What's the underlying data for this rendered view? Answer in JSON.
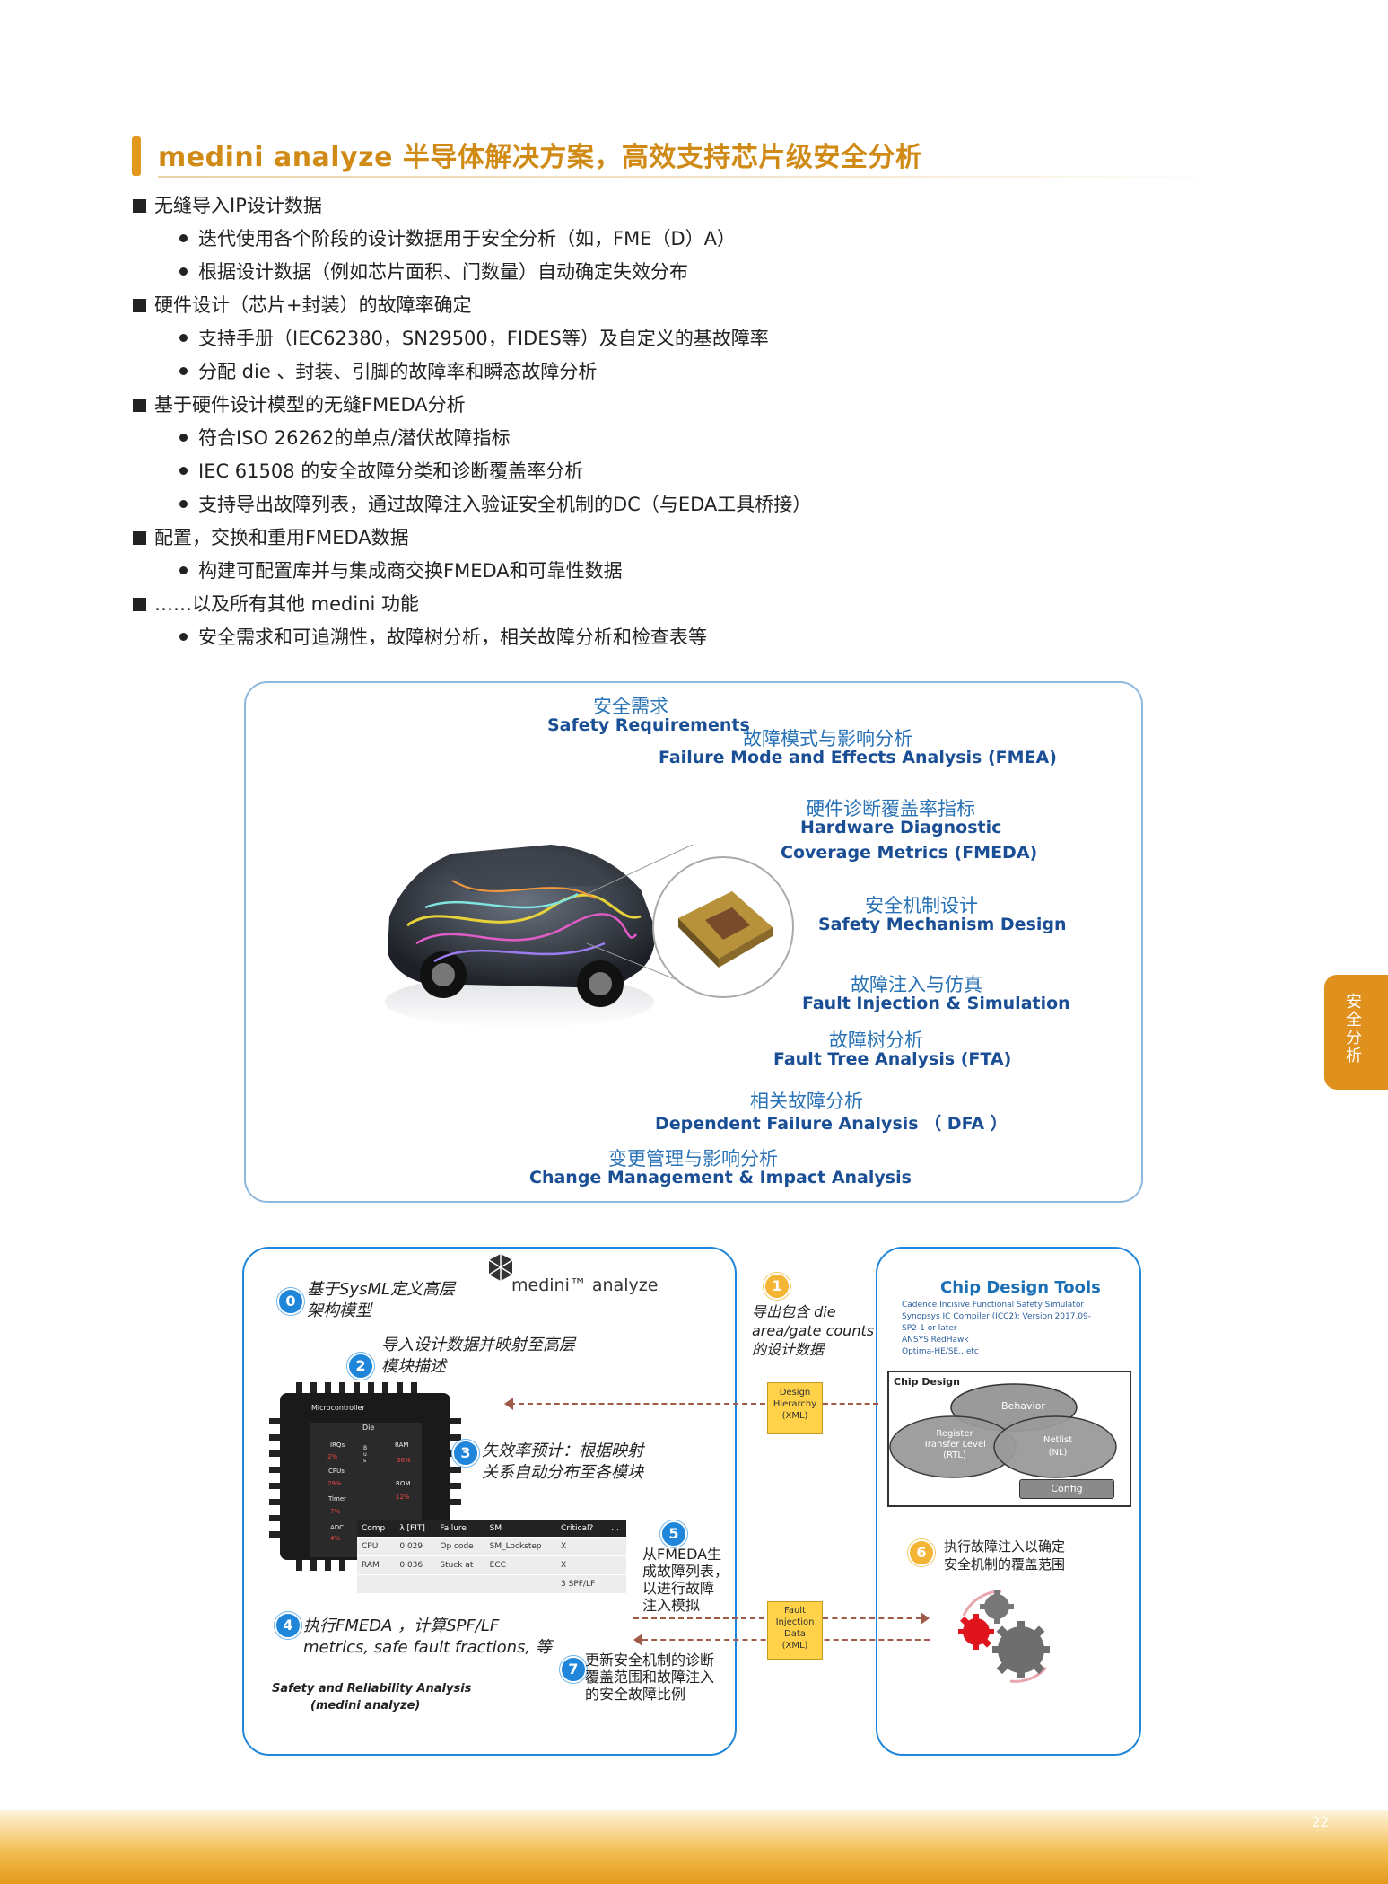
{
  "header": {
    "title": "medini analyze 半导体解决方案，高效支持芯片级安全分析"
  },
  "bullets": [
    {
      "text": "无缝导入IP设计数据",
      "children": [
        "迭代使用各个阶段的设计数据用于安全分析（如，FME（D）A）",
        "根据设计数据（例如芯片面积、门数量）自动确定失效分布"
      ]
    },
    {
      "text": "硬件设计（芯片+封装）的故障率确定",
      "children": [
        "支持手册（IEC62380，SN29500，FIDES等）及自定义的基故障率",
        "分配 die 、封装、引脚的故障率和瞬态故障分析"
      ]
    },
    {
      "text": "基于硬件设计模型的无缝FMEDA分析",
      "children": [
        "符合ISO 26262的单点/潜伏故障指标",
        "IEC 61508 的安全故障分类和诊断覆盖率分析",
        "支持导出故障列表，通过故障注入验证安全机制的DC（与EDA工具桥接）"
      ]
    },
    {
      "text": "配置，交换和重用FMEDA数据",
      "children": [
        "构建可配置库并与集成商交换FMEDA和可靠性数据"
      ]
    },
    {
      "text": "……以及所有其他 medini 功能",
      "children": [
        "安全需求和可追溯性，故障树分析，相关故障分析和检查表等"
      ]
    }
  ],
  "side_tab": {
    "label": "安全分析"
  },
  "figure1": {
    "labels": [
      {
        "cn": "安全需求",
        "en": "Safety Requirements"
      },
      {
        "cn": "故障模式与影响分析",
        "en": "Failure Mode and Effects Analysis (FMEA)"
      },
      {
        "cn": "硬件诊断覆盖率指标",
        "en1": "Hardware Diagnostic",
        "en2": "Coverage Metrics (FMEDA)"
      },
      {
        "cn": "安全机制设计",
        "en": "Safety Mechanism Design"
      },
      {
        "cn": "故障注入与仿真",
        "en": "Fault Injection & Simulation"
      },
      {
        "cn": "故障树分析",
        "en": "Fault Tree Analysis (FTA)"
      },
      {
        "cn": "相关故障分析",
        "en": "Dependent Failure Analysis （ DFA ）"
      },
      {
        "cn": "变更管理与影响分析",
        "en": "Change Management & Impact Analysis"
      }
    ]
  },
  "figure2": {
    "logo_text": "medini™ analyze",
    "step0": {
      "num": "0",
      "line1": "基于SysML定义高层",
      "line2": "架构模型"
    },
    "step2": {
      "num": "2",
      "line1": "导入设计数据并映射至高层",
      "line2": "模块描述"
    },
    "step3": {
      "num": "3",
      "line1": "失效率预计：根据映射",
      "line2": "关系自动分布至各模块"
    },
    "step4": {
      "num": "4",
      "line1": "执行FMEDA ，计算SPF/LF",
      "line2": "metrics, safe fault fractions, 等"
    },
    "step1": {
      "num": "1",
      "line1": "导出包含 die",
      "line2": "area/gate counts",
      "line3": "的设计数据"
    },
    "step5": {
      "num": "5",
      "line1": "从FMEDA生",
      "line2": "成故障列表，",
      "line3": "以进行故障",
      "line4": "注入模拟"
    },
    "step6": {
      "num": "6",
      "line1": "执行故障注入以确定",
      "line2": "安全机制的覆盖范围"
    },
    "step7": {
      "num": "7",
      "line1": "更新安全机制的诊断",
      "line2": "覆盖范围和故障注入",
      "line3": "的安全故障比例"
    },
    "caption_line1": "Safety and Reliability Analysis",
    "caption_line2": "(medini analyze)",
    "doc_design": {
      "l1": "Design",
      "l2": "Hierarchy",
      "l3": "(XML)"
    },
    "doc_fault": {
      "l1": "Fault",
      "l2": "Injection",
      "l3": "Data",
      "l4": "(XML)"
    },
    "mcu": {
      "title": "Microcontroller",
      "die": "Die",
      "irqs": "IRQs",
      "irqs_pct": "2%",
      "cpus": "CPUs",
      "cpus_pct": "29%",
      "timer": "Timer",
      "timer_pct": "7%",
      "adc": "ADC",
      "adc_pct": "4%",
      "ram": "RAM",
      "ram_pct": "36%",
      "rom": "ROM",
      "rom_pct": "12%",
      "bus": "B u s"
    },
    "table": {
      "headers": [
        "Comp",
        "λ [FIT]",
        "Failure",
        "SM",
        "Critical?",
        "..."
      ],
      "rows": [
        [
          "CPU",
          "0.029",
          "Op code",
          "SM_Lockstep",
          "X",
          ""
        ],
        [
          "RAM",
          "0.036",
          "Stuck at",
          "ECC",
          "X",
          ""
        ],
        [
          "",
          "",
          "",
          "",
          "3 SPF/LF",
          ""
        ]
      ]
    },
    "tools": {
      "title": "Chip Design Tools",
      "items": [
        "Cadence Incisive Functional Safety Simulator",
        "Synopsys IC Compiler (ICC2): Version 2017.09-",
        "SP2-1 or later",
        "ANSYS RedHawk",
        "Optima-HE/SE...etc"
      ],
      "box_title": "Chip Design",
      "behavior": "Behavior",
      "rtl1": "Register",
      "rtl2": "Transfer Level",
      "rtl3": "(RTL)",
      "nl1": "Netlist",
      "nl2": "(NL)",
      "config": "Config"
    }
  },
  "footer": {
    "page": "22"
  },
  "colors": {
    "accent": "#E29A1E",
    "title": "#D08A16",
    "blue": "#1F86D9",
    "label_blue": "#2872B5"
  }
}
